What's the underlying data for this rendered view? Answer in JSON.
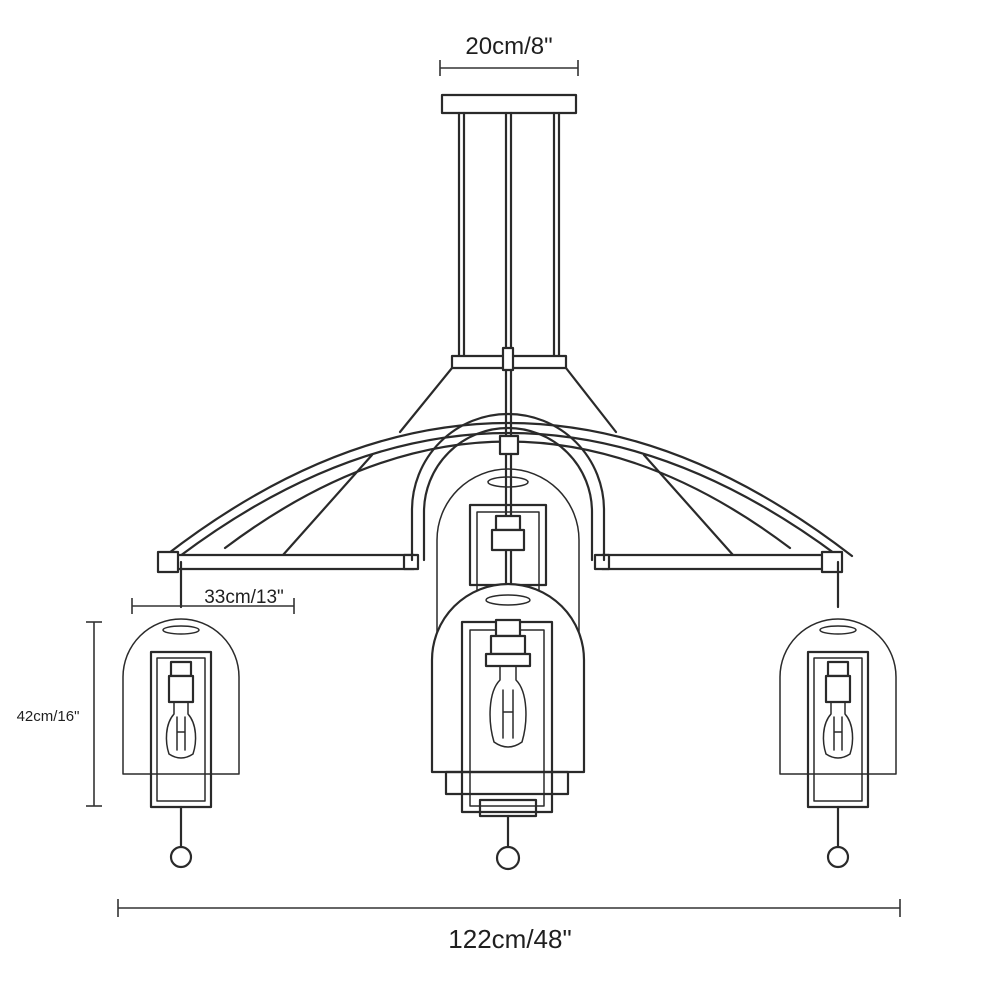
{
  "dimensions": {
    "canopy_width": "20cm/8\"",
    "shade_diameter": "33cm/13\"",
    "shade_height": "42cm/16\"",
    "overall_width": "122cm/48\""
  }
}
